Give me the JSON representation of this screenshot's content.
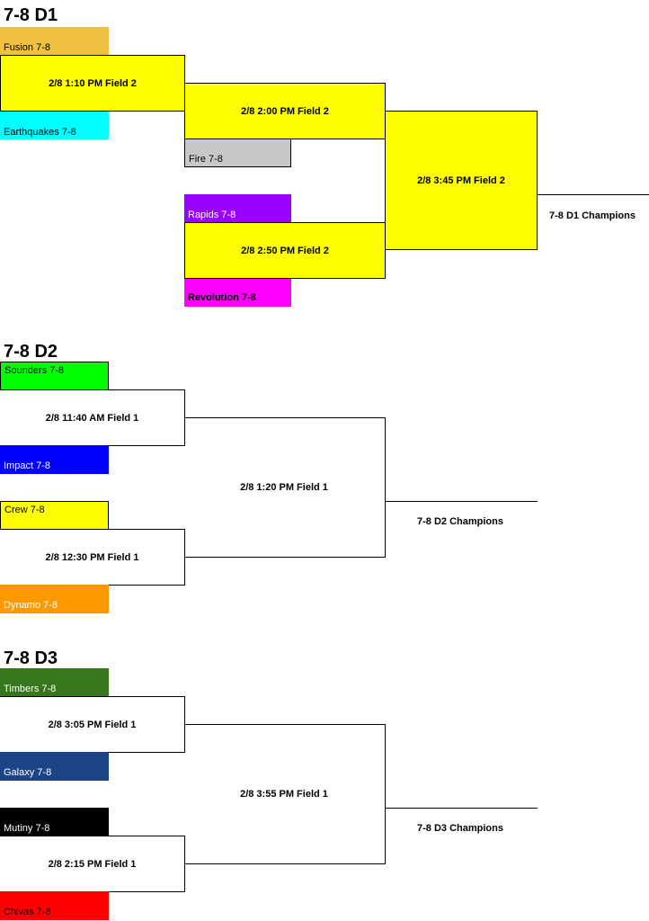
{
  "d1": {
    "title": "7-8 D1",
    "teams": {
      "fusion": {
        "label": "Fusion 7-8",
        "color": "#f0c040"
      },
      "earthquakes": {
        "label": "Earthquakes 7-8",
        "color": "#00ffff"
      },
      "fire": {
        "label": "Fire 7-8",
        "color": "#c8c8c8"
      },
      "rapids": {
        "label": "Rapids 7-8",
        "color": "#9900ff"
      },
      "revolution": {
        "label": "Revolution 7-8",
        "color": "#ff00ff"
      }
    },
    "games": {
      "g1": "2/8 1:10 PM Field 2",
      "g2": "2/8 2:00 PM Field 2",
      "g3": "2/8 2:50 PM Field 2",
      "final": "2/8 3:45 PM Field 2"
    },
    "champions": "7-8 D1 Champions"
  },
  "d2": {
    "title": "7-8 D2",
    "teams": {
      "sounders": {
        "label": "Sounders 7-8",
        "color": "#00ff00"
      },
      "impact": {
        "label": "Impact 7-8",
        "color": "#0000ff"
      },
      "crew": {
        "label": "Crew 7-8",
        "color": "#ffff00"
      },
      "dynamo": {
        "label": "Dynamo 7-8",
        "color": "#ff9900"
      }
    },
    "games": {
      "g1": "2/8 11:40 AM Field 1",
      "g2": "2/8 12:30 PM Field 1",
      "final": "2/8 1:20 PM Field 1"
    },
    "champions": "7-8 D2 Champions"
  },
  "d3": {
    "title": "7-8 D3",
    "teams": {
      "timbers": {
        "label": "Timbers 7-8",
        "color": "#38761d"
      },
      "galaxy": {
        "label": "Galaxy 7-8",
        "color": "#1c4587"
      },
      "mutiny": {
        "label": "Mutiny 7-8",
        "color": "#000000"
      },
      "chivas": {
        "label": "Chivas 7-8",
        "color": "#ff0000"
      }
    },
    "games": {
      "g1": "2/8 3:05 PM Field 1",
      "g2": "2/8 2:15 PM Field 1",
      "final": "2/8 3:55 PM Field 1"
    },
    "champions": "7-8 D3 Champions"
  }
}
